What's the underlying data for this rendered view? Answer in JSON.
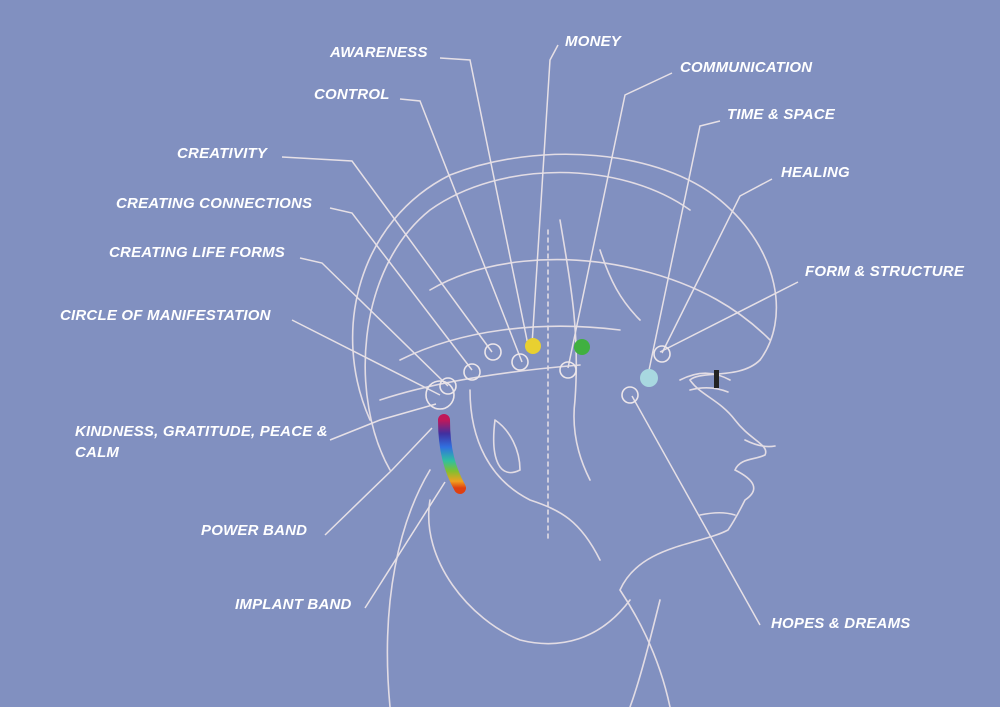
{
  "labels": {
    "awareness": "AWARENESS",
    "money": "MONEY",
    "communication": "COMMUNICATION",
    "control": "CONTROL",
    "time_space": "TIME & SPACE",
    "creativity": "CREATIVITY",
    "healing": "HEALING",
    "creating_connections": "CREATING CONNECTIONS",
    "creating_life_forms": "CREATING LIFE FORMS",
    "form_structure": "FORM & STRUCTURE",
    "circle_of_manifestation": "CIRCLE OF MANIFESTATION",
    "kindness_line1": "KINDNESS, GRATITUDE, PEACE &",
    "kindness_line2": "CALM",
    "power_band": "POWER BAND",
    "implant_band": "IMPLANT BAND",
    "hopes_dreams": "HOPES & DREAMS"
  },
  "colors": {
    "background": "#8190c0",
    "lines": "#e6e0e6",
    "money_point": "#e8d030",
    "communication_point": "#40b040",
    "time_space_point": "#a8d8e0"
  }
}
